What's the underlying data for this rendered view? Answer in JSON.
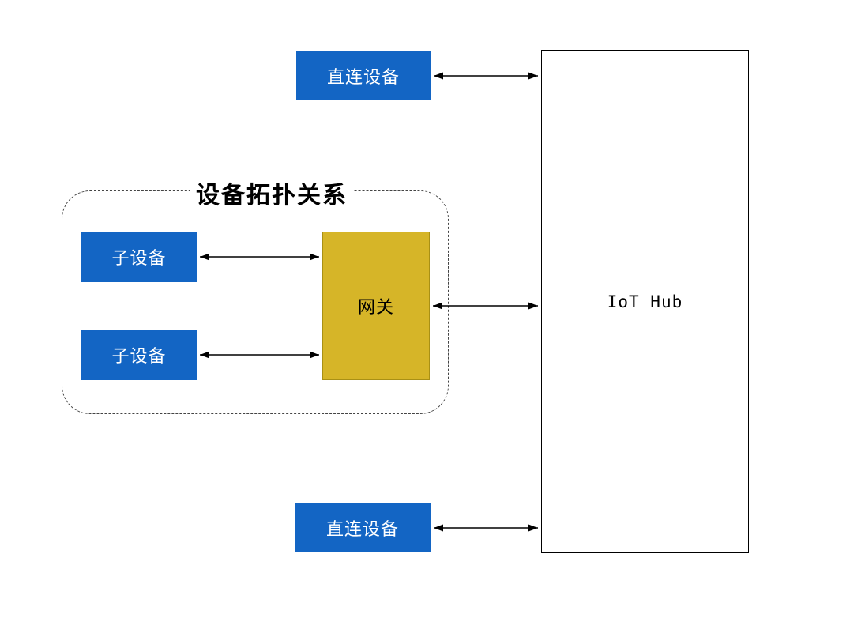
{
  "diagram": {
    "title": "设备拓扑关系",
    "nodes": {
      "direct_device_top": {
        "label": "直连设备"
      },
      "direct_device_bottom": {
        "label": "直连设备"
      },
      "sub_device_1": {
        "label": "子设备"
      },
      "sub_device_2": {
        "label": "子设备"
      },
      "gateway": {
        "label": "网关"
      },
      "iot_hub": {
        "label": "IoT Hub"
      }
    },
    "edges": [
      {
        "from": "direct_device_top",
        "to": "iot_hub",
        "style": "double-arrow"
      },
      {
        "from": "sub_device_1",
        "to": "gateway",
        "style": "double-arrow"
      },
      {
        "from": "sub_device_2",
        "to": "gateway",
        "style": "double-arrow"
      },
      {
        "from": "gateway",
        "to": "iot_hub",
        "style": "double-arrow"
      },
      {
        "from": "direct_device_bottom",
        "to": "iot_hub",
        "style": "double-arrow"
      }
    ],
    "colors": {
      "device_blue": "#1365C4",
      "gateway_yellow": "#D6B528",
      "gateway_border": "#A99015",
      "line_black": "#000000"
    }
  }
}
